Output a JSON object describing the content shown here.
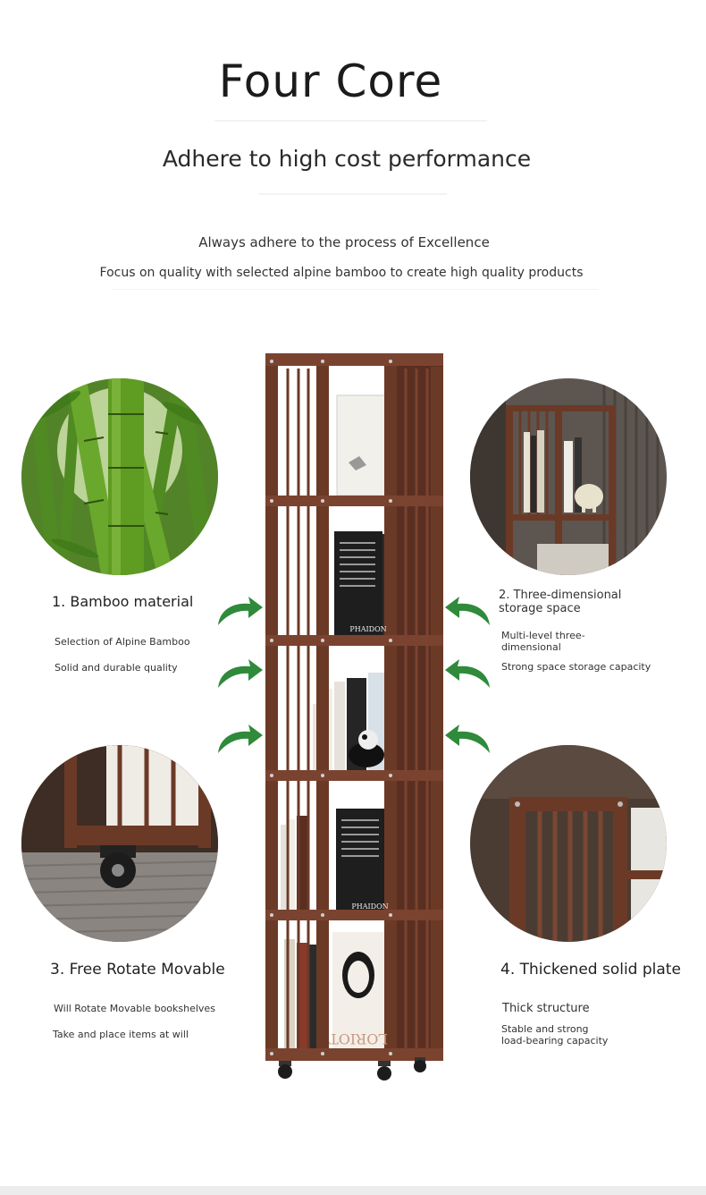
{
  "header": {
    "title": "Four Core",
    "subtitle": "Adhere to high cost performance",
    "line1": "Always adhere to the process of Excellence",
    "line2": "Focus on quality with selected alpine bamboo to create high quality products"
  },
  "features": {
    "f1": {
      "title": "1. Bamboo material",
      "sub1": "Selection of Alpine Bamboo",
      "sub2": "Solid and durable quality"
    },
    "f2": {
      "title": "2. Three-dimensional storage space",
      "sub1": "Multi-level three-dimensional",
      "sub2": "Strong space storage capacity"
    },
    "f3": {
      "title": "3. Free Rotate Movable",
      "sub1": "Will Rotate Movable bookshelves",
      "sub2": "Take and place items at will"
    },
    "f4": {
      "title": "4. Thickened solid plate",
      "sub1": "Thick structure",
      "sub2": "Stable and strong load-bearing capacity"
    }
  },
  "product": {
    "book_label_1": "PHAIDON",
    "book_label_2": "PHAIDON",
    "book_label_3": "LORIOT"
  },
  "colors": {
    "wood": "#6b3a27",
    "wood_dark": "#4a2519",
    "arrow_green": "#2f8a3b",
    "bamboo_green": "#5a9a2a"
  },
  "icons": [
    "curved-arrow-icon"
  ]
}
